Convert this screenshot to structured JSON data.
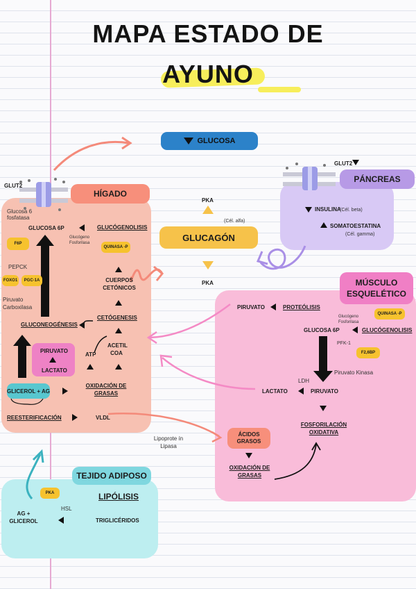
{
  "title": {
    "line1": "MAPA ESTADO DE",
    "line2": "AYUNO"
  },
  "glucosa_box": "GLUCOSA",
  "glucagon": {
    "label": "GLUCAGÓN",
    "cell": "(Cél. alfa)",
    "pka_top": "PKA",
    "pka_bottom": "PKA"
  },
  "higado": {
    "header": "HÍGADO",
    "glut2": "GLUT2",
    "glucosa6_fosfatasa": "Glucosa 6 fosfatasa",
    "glucosa6p": "GLUCOSA 6P",
    "glucogenolisis": "GLUCÓGENOLISIS",
    "glucogeno_fosforilasa": "Glucógeno Fosforilasa",
    "quinasa_p": "QUINASA -P",
    "f6p": "F6P",
    "pepck": "PEPCK",
    "foxo1": "FOXO1",
    "pgc1a": "PGC-1A",
    "piruvato_carboxilasa": "Piruvato Carboxilasa",
    "cuerpos_cetonicos": "CUERPOS CETÓNICOS",
    "gluconeogenesis": "GLUCONEOGÉNESIS",
    "cetogenesis": "CETÓGENESIS",
    "piruvato": "PIRUVATO",
    "lactato": "LACTATO",
    "acetil_coa": "ACETIL COA",
    "atp": "ATP",
    "glicerol_ag": "GLICEROL + AG",
    "oxidacion_grasas": "OXIDACIÓN DE GRASAS",
    "reesterificacion": "REESTERIFICACIÓN",
    "vldl": "VLDL"
  },
  "pancreas": {
    "header": "PÁNCREAS",
    "glut2": "GLUT2",
    "insulina": "INSULINA",
    "insulina_cell": "(Cél. beta)",
    "somatostatina": "SOMATOESTATINA",
    "somatostatina_cell": "(Cél. gamma)"
  },
  "musculo": {
    "header_line1": "MÚSCULO",
    "header_line2": "ESQUELÉTICO",
    "piruvato_top": "PIRUVATO",
    "proteolisis": "PROTEÓLISIS",
    "glucogeno_fosforilasa": "Glucógeno Fosforilasa",
    "quinasa_p": "QUINASA -P",
    "glucogenolisis": "GLUCÓGENOLISIS",
    "glucosa6p": "GLUCOSA 6P",
    "pfk1": "PFK-1",
    "f26bp": "F2,6BP",
    "piruvato_kinasa": "Piruvato Kinasa",
    "ldh": "LDH",
    "lactato": "LACTATO",
    "piruvato": "PIRUVATO",
    "fosforilacion": "FOSFORILACIÓN OXIDATIVA",
    "acidos_grasos": "ÁCIDOS GRASOS",
    "oxidacion_grasas": "OXIDACIÓN DE GRASAS"
  },
  "lipoproteina": "Lipoprote ín Lipasa",
  "adiposo": {
    "header": "TEJIDO ADIPOSO",
    "pka": "PKA",
    "hsl": "HSL",
    "lipolisis": "LIPÓLISIS",
    "ag_glicerol": "AG + GLICEROL",
    "trigliceridos": "TRIGLICÉRIDOS"
  },
  "colors": {
    "higado_card": "#f7c1b2",
    "higado_header": "#f78f7b",
    "pancreas_card": "#d8c9f5",
    "pancreas_header": "#b79ae6",
    "musculo_card": "#f9bcd9",
    "musculo_header": "#f07fc5",
    "adiposo_card": "#bdeef0",
    "adiposo_header": "#7fd7df",
    "glucagon": "#f6c24a",
    "glucosa_box": "#2c82c9",
    "accent_yellow": "#f7ee5b"
  }
}
